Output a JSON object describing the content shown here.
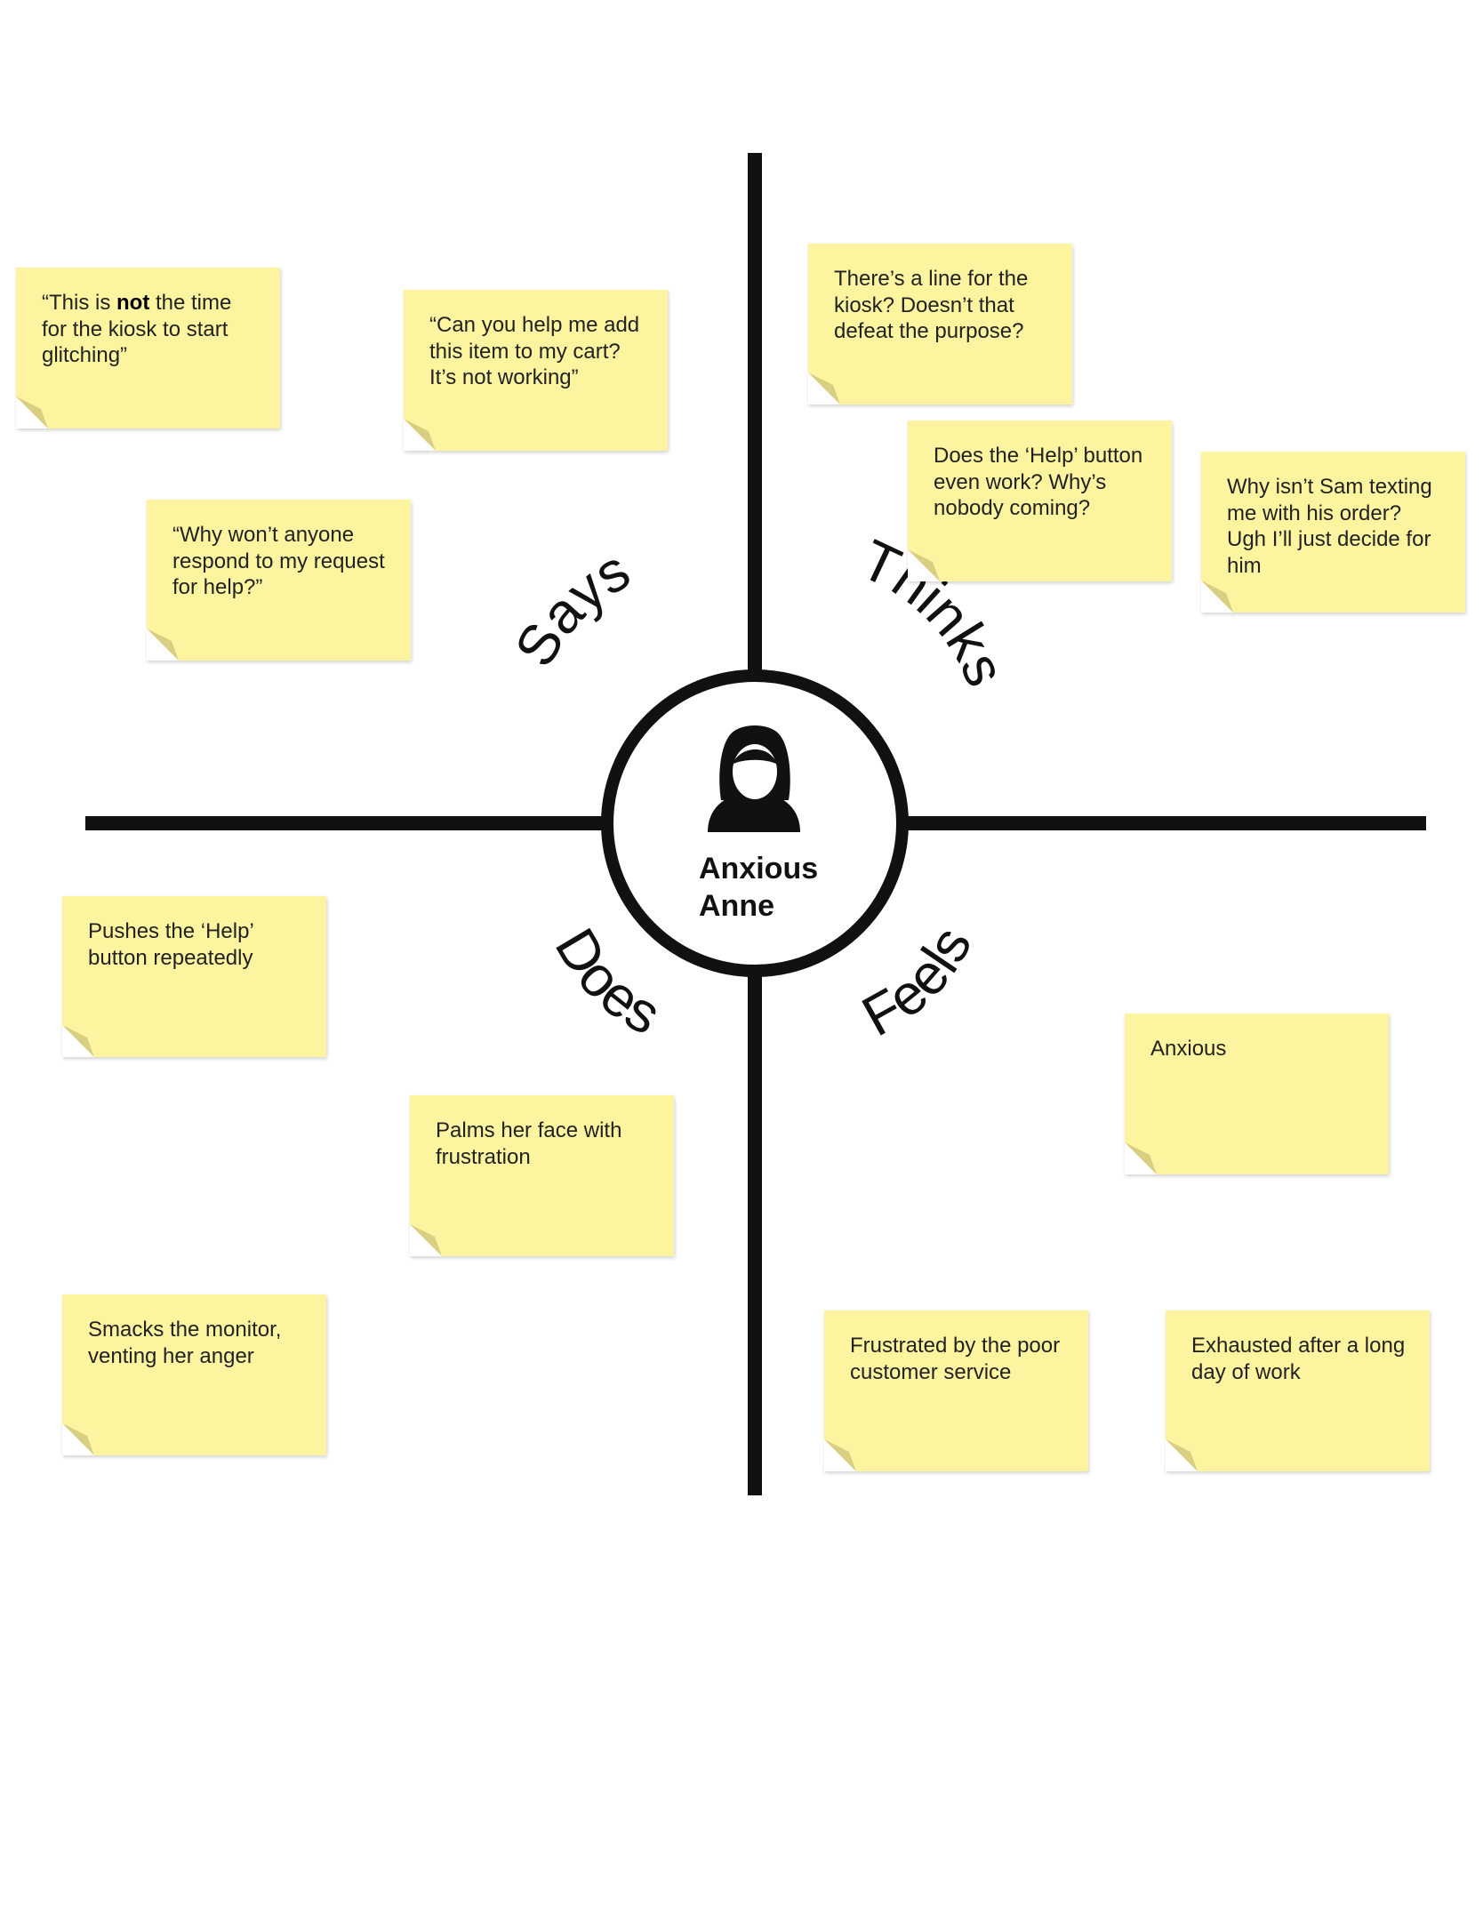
{
  "persona": {
    "name_line1": "Anxious",
    "name_line2": "Anne",
    "icon": "user-avatar-icon"
  },
  "quadrants": {
    "says": "Says",
    "thinks": "Thinks",
    "does": "Does",
    "feels": "Feels"
  },
  "notes": {
    "says": [
      {
        "before": "“This is ",
        "bold": "not",
        "after": " the time for the kiosk to start glitching”"
      },
      {
        "text": "“Can you help me add this item to my cart? It’s not working”"
      },
      {
        "text": "“Why won’t anyone respond to my request for help?”"
      }
    ],
    "thinks": [
      {
        "text": "There’s a line for the kiosk? Doesn’t that defeat the purpose?"
      },
      {
        "text": "Does the ‘Help’ button even work? Why’s nobody coming?"
      },
      {
        "text": "Why isn’t Sam texting me with his order? Ugh I’ll just decide for him"
      }
    ],
    "does": [
      {
        "text": "Pushes the ‘Help’ button repeatedly"
      },
      {
        "text": "Palms her face with frustration"
      },
      {
        "text": "Smacks the monitor, venting her anger"
      }
    ],
    "feels": [
      {
        "text": "Anxious"
      },
      {
        "text": "Frustrated by the poor customer service"
      },
      {
        "text": "Exhausted after a long day of work"
      }
    ]
  },
  "colors": {
    "note_fill": "#fdf4a0",
    "note_curl": "#d9cf83",
    "axis": "#111111"
  }
}
